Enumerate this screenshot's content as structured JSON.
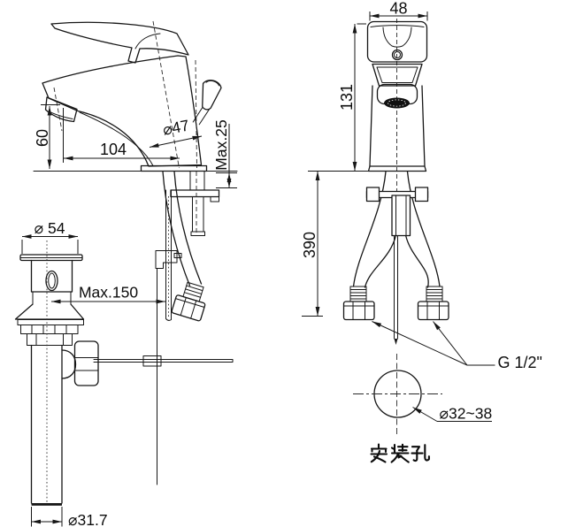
{
  "figure": {
    "side_view": {
      "spout_height": "60",
      "spout_reach": "104",
      "body_diameter": "⌀47",
      "max_deck_thickness": "Max.25"
    },
    "drain_assembly": {
      "flange_diameter": "⌀ 54",
      "max_rod_offset": "Max.150",
      "tailpipe_diameter": "⌀31.7"
    },
    "front_view": {
      "body_width": "48",
      "body_height": "131",
      "hose_length": "390",
      "thread_size": "G 1/2\"",
      "mounting_hole_diameter": "⌀32~38",
      "mounting_hole_caption": "安装孔"
    }
  }
}
